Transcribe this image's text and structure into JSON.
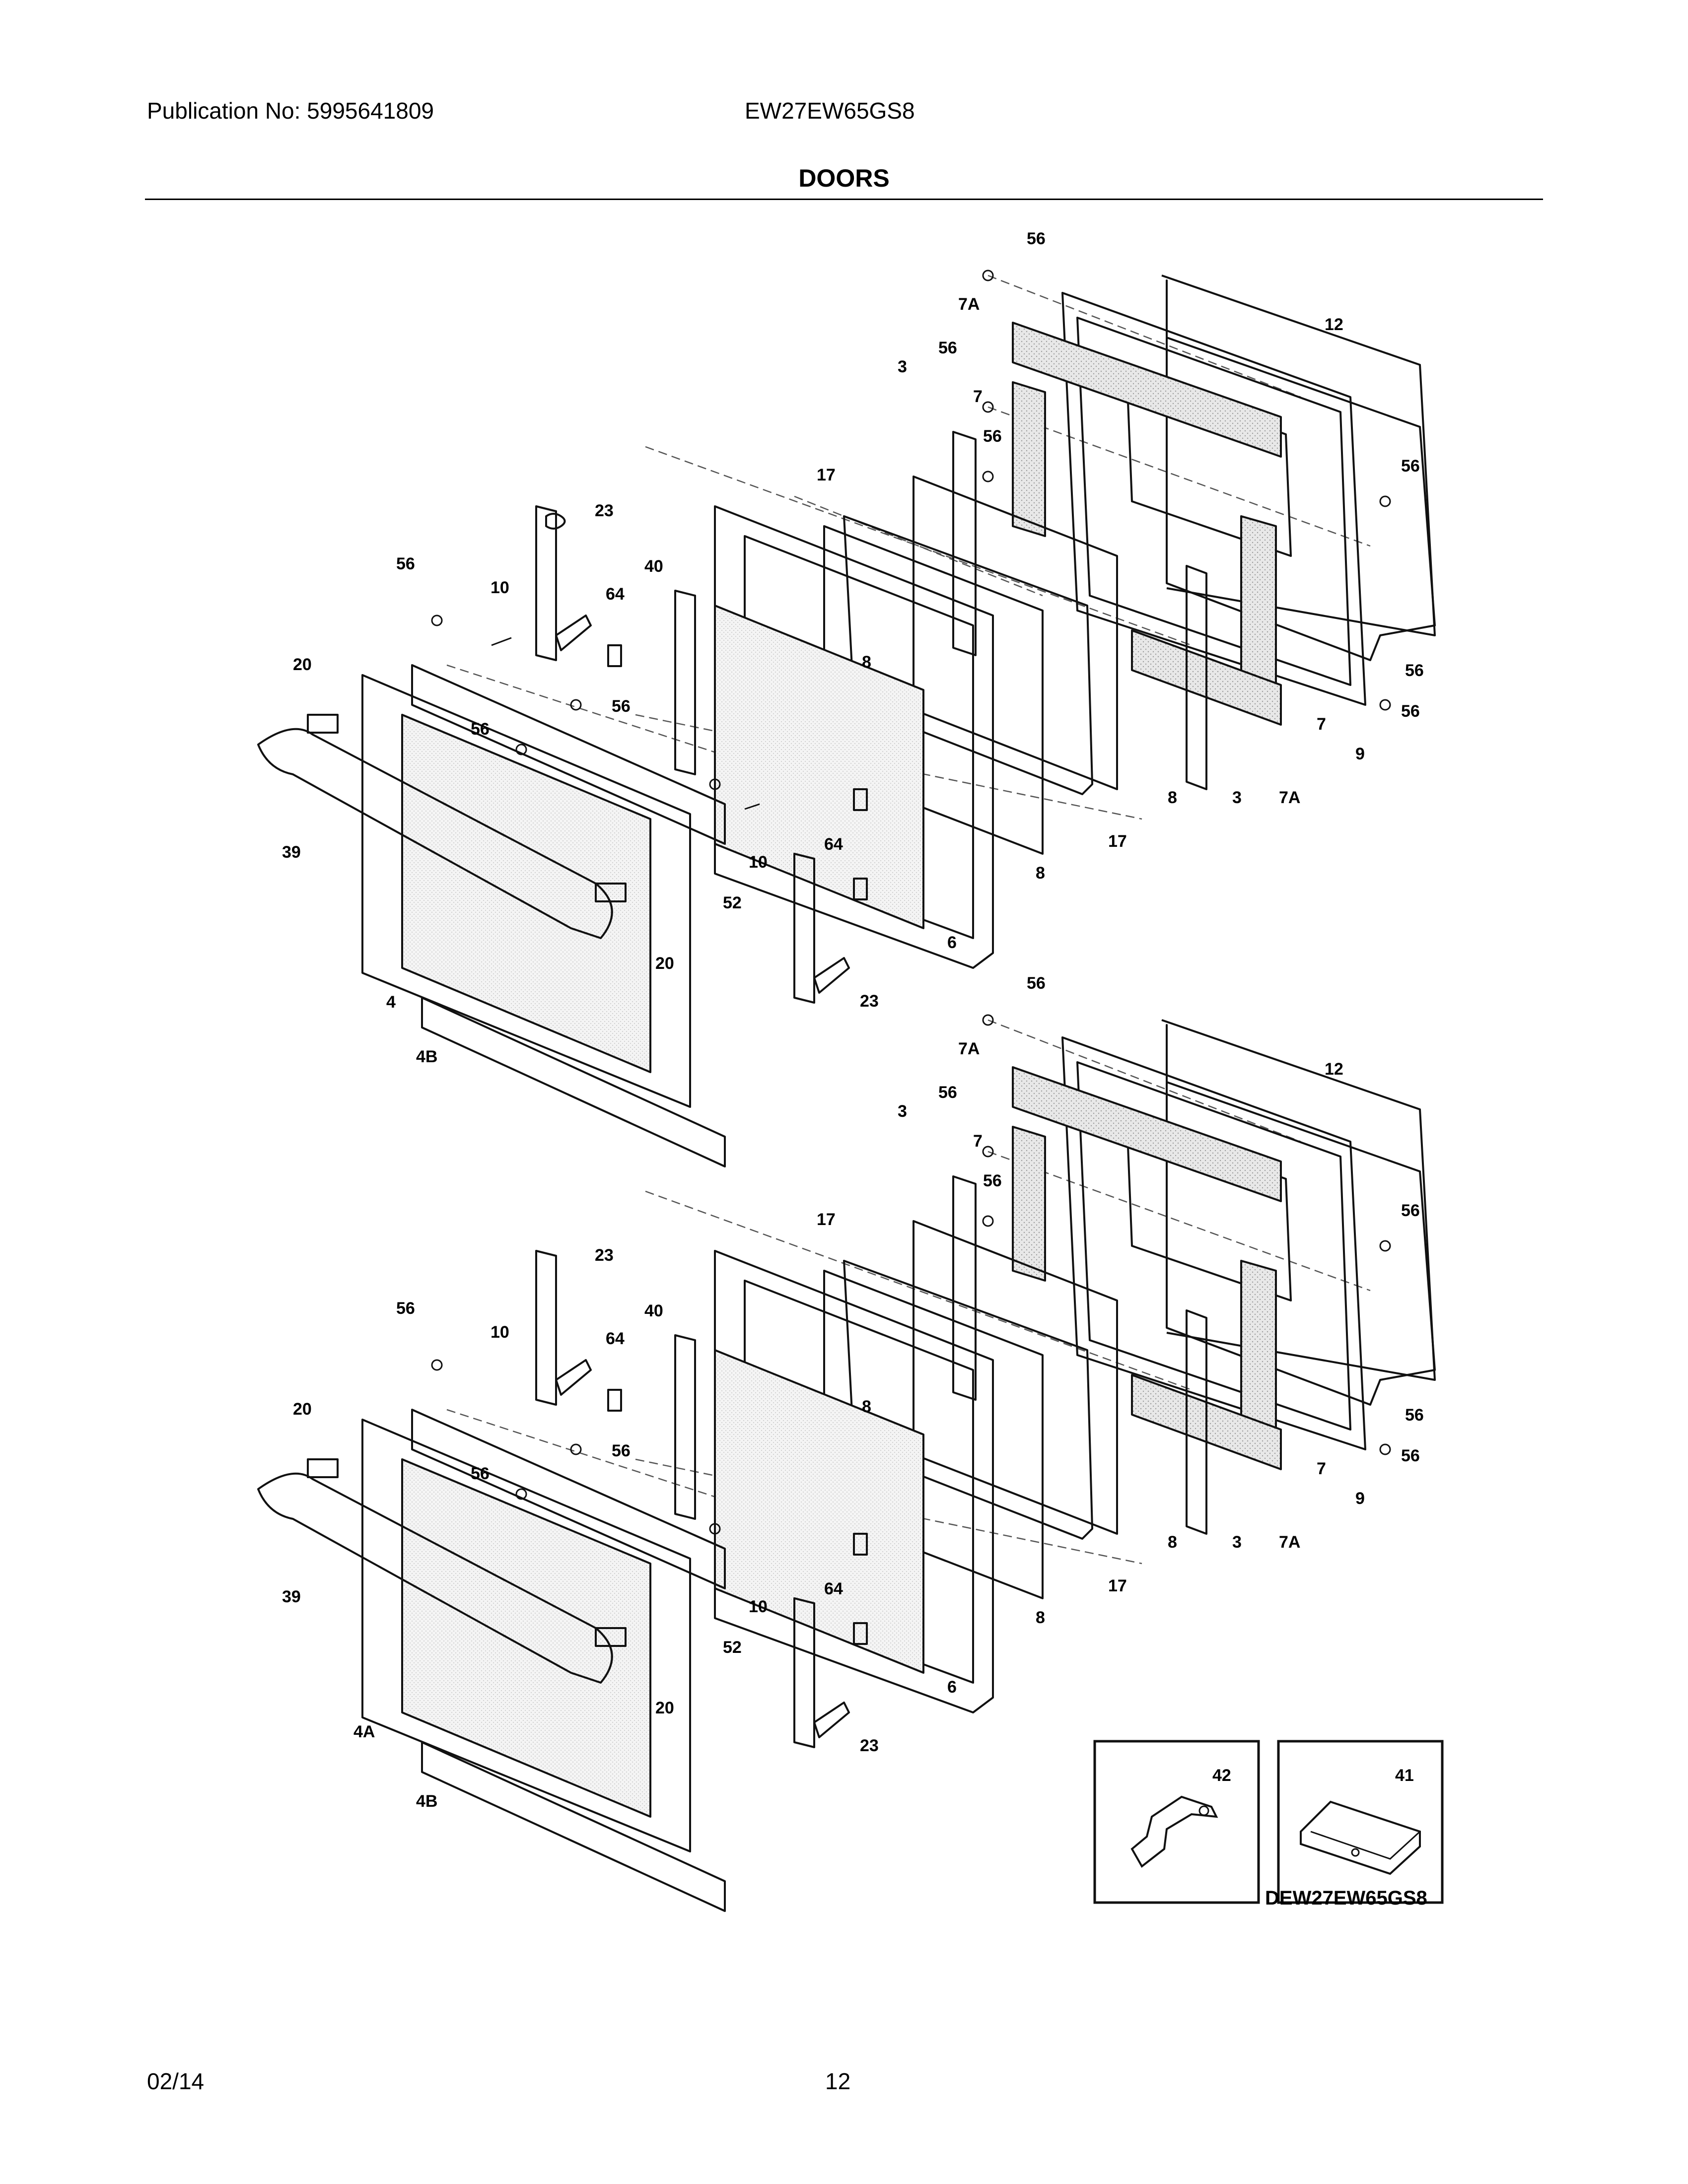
{
  "header": {
    "publication": "Publication No: 5995641809",
    "model": "EW27EW65GS8",
    "title": "DOORS"
  },
  "footer": {
    "date": "02/14",
    "page": "12"
  },
  "diagram_code": "DEW27EW65GS8",
  "upper_door_callouts": [
    "56",
    "7A",
    "12",
    "56",
    "3",
    "7",
    "56",
    "17",
    "23",
    "56",
    "40",
    "10",
    "64",
    "56",
    "20",
    "56",
    "8",
    "56",
    "56",
    "39",
    "10",
    "64",
    "52",
    "20",
    "4",
    "23",
    "6",
    "8",
    "17",
    "8",
    "3",
    "7A",
    "7",
    "9",
    "56",
    "4B"
  ],
  "lower_door_callouts": [
    "56",
    "7A",
    "12",
    "56",
    "3",
    "7",
    "56",
    "17",
    "23",
    "56",
    "40",
    "10",
    "64",
    "56",
    "20",
    "56",
    "8",
    "56",
    "56",
    "39",
    "10",
    "64",
    "52",
    "20",
    "4A",
    "23",
    "6",
    "8",
    "17",
    "8",
    "3",
    "7A",
    "7",
    "9",
    "56",
    "4B"
  ],
  "inset_callouts": [
    "42",
    "41"
  ]
}
